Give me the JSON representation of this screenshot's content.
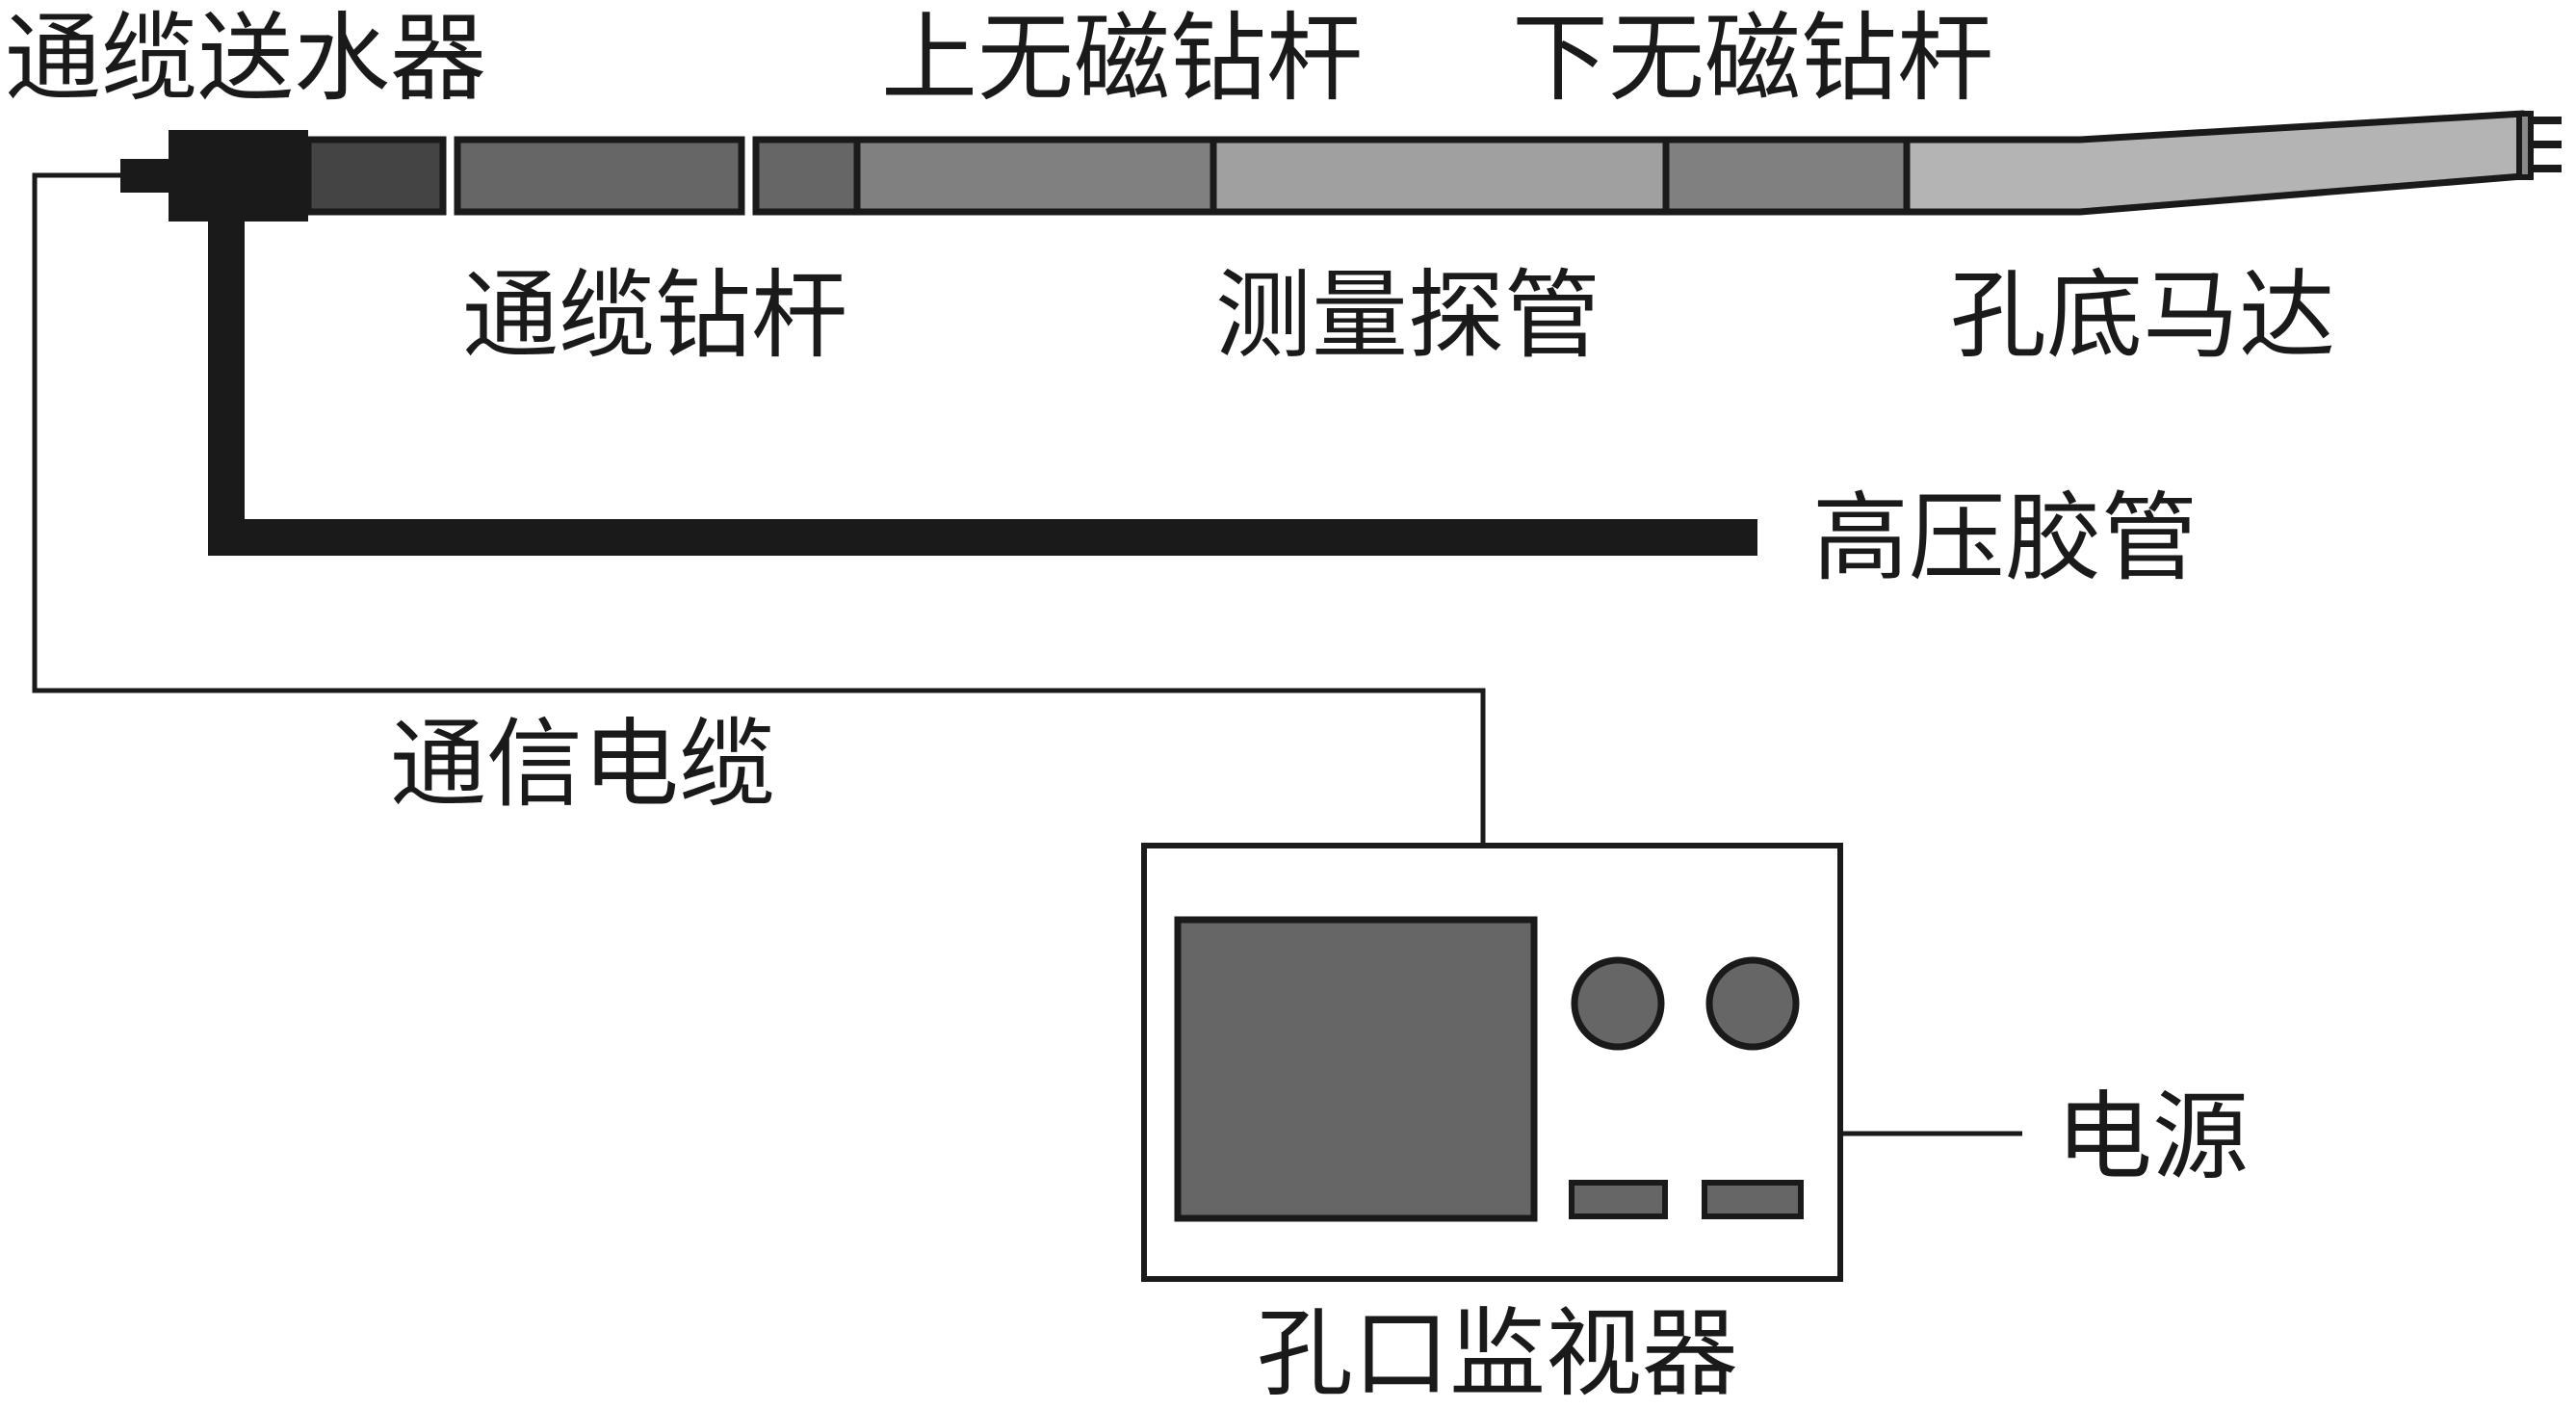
{
  "labels": {
    "water_swivel": "通缆送水器",
    "upper_nonmag_rod": "上无磁钻杆",
    "lower_nonmag_rod": "下无磁钻杆",
    "cable_drill_rod": "通缆钻杆",
    "measuring_probe": "测量探管",
    "downhole_motor": "孔底马达",
    "high_pressure_hose": "高压胶管",
    "comm_cable": "通信电缆",
    "power": "电源",
    "borehole_monitor": "孔口监视器"
  },
  "colors": {
    "line": "#1a1a1a",
    "segment_dark": "#444444",
    "segment_mid": "#666666",
    "segment_light": "#808080",
    "segment_lighter": "#a0a0a0",
    "segment_lightest": "#b4b4b4",
    "screen": "#666666"
  }
}
